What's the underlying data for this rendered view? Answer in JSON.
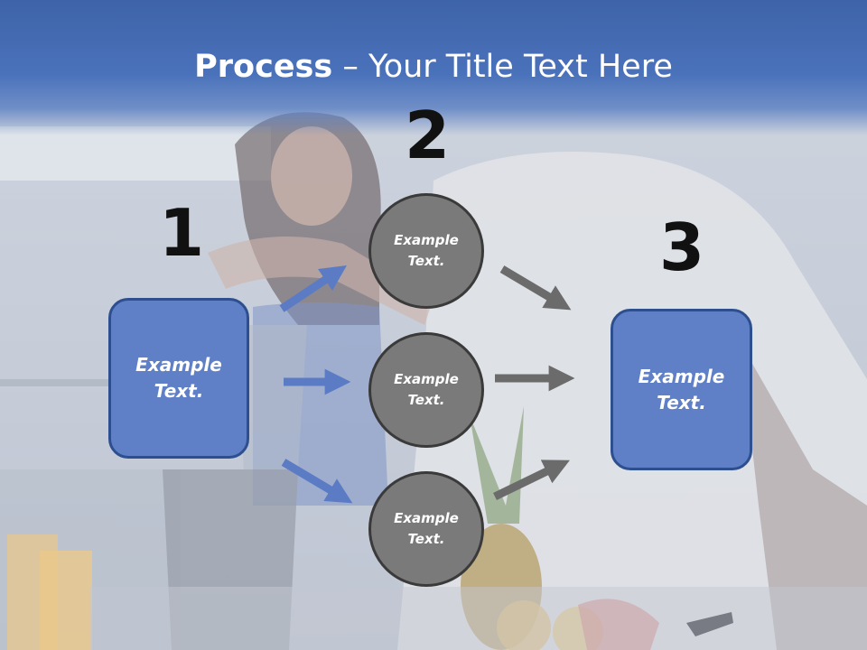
{
  "title": {
    "bold_part": "Process",
    "rest": " – Your Title Text Here"
  },
  "steps": {
    "one": "1",
    "two": "2",
    "three": "3"
  },
  "boxes": {
    "left": "Example\nText.",
    "right": "Example\nText."
  },
  "circles": {
    "top": "Example\nText.",
    "middle": "Example\nText.",
    "bottom": "Example\nText."
  },
  "colors": {
    "title_band": "#4a72bb",
    "box_fill": "#5f80c6",
    "box_border": "#2e4f8f",
    "circle_fill": "#7a7a7a",
    "blue_arrow": "#5b7cc4",
    "gray_arrow": "#6b6b6b"
  }
}
